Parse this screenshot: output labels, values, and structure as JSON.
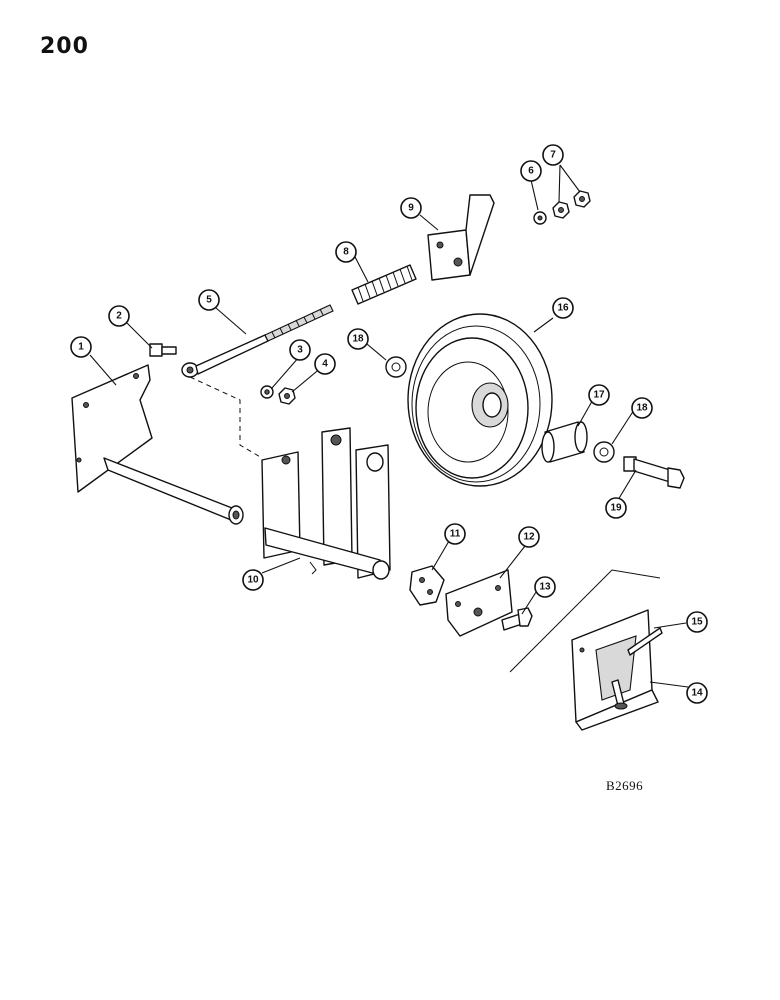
{
  "page": {
    "page_number": "200",
    "figure_code": "B2696"
  },
  "callouts": [
    "1",
    "2",
    "3",
    "4",
    "5",
    "6",
    "7",
    "8",
    "9",
    "10",
    "11",
    "12",
    "13",
    "14",
    "15",
    "16",
    "17",
    "18",
    "18",
    "19"
  ]
}
